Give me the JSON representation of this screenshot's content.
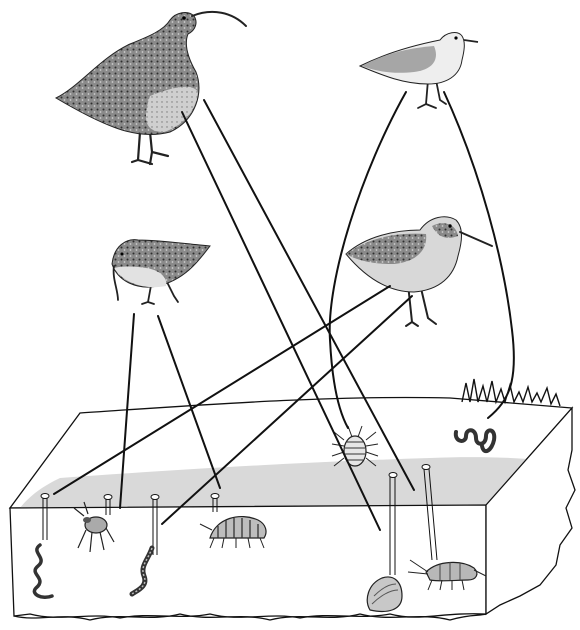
{
  "diagram": {
    "birds": [
      {
        "id": "long-billed-curlew"
      },
      {
        "id": "sanderling"
      },
      {
        "id": "dunlin"
      },
      {
        "id": "dowitcher"
      }
    ],
    "prey": [
      {
        "id": "earthworm"
      },
      {
        "id": "crustacean"
      },
      {
        "id": "polychaete-worm"
      },
      {
        "id": "amphipod"
      },
      {
        "id": "surface-isopod"
      },
      {
        "id": "marsh-worm"
      },
      {
        "id": "clam"
      },
      {
        "id": "shrimp"
      }
    ],
    "feeding_links": [
      {
        "from": "long-billed-curlew",
        "to": "clam"
      },
      {
        "from": "long-billed-curlew",
        "to": "shrimp"
      },
      {
        "from": "sanderling",
        "to": "surface-isopod"
      },
      {
        "from": "sanderling",
        "to": "marsh-worm"
      },
      {
        "from": "dunlin",
        "to": "crustacean"
      },
      {
        "from": "dunlin",
        "to": "amphipod"
      },
      {
        "from": "dowitcher",
        "to": "earthworm"
      },
      {
        "from": "dowitcher",
        "to": "polychaete-worm"
      }
    ],
    "colors": {
      "line": "#111111",
      "bird_dark": "#4a4a4a",
      "bird_mid": "#8a8a8a",
      "bird_light": "#d4d4d4",
      "wet_band": "#d9d9d9"
    }
  }
}
